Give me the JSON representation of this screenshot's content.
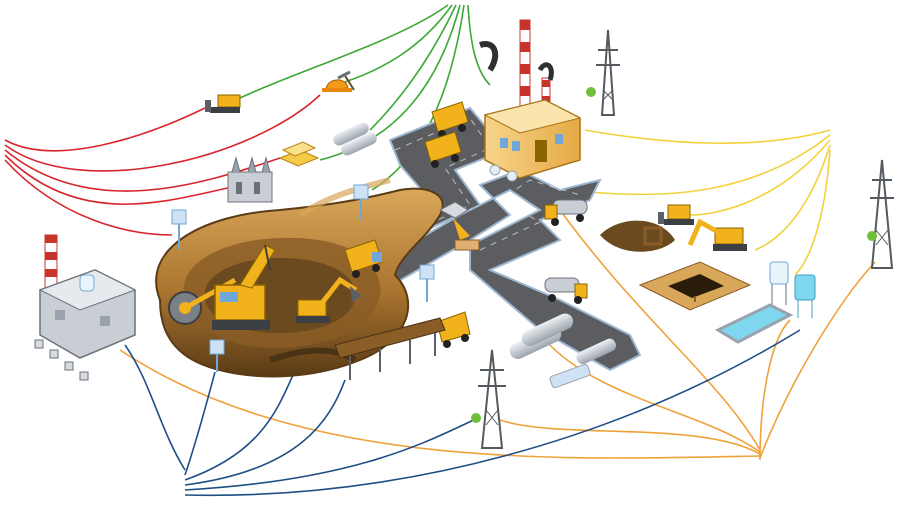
{
  "diagram": {
    "kind": "isometric open-pit mining site with colored connection curves",
    "connection_colors": {
      "green": "#3aa935",
      "red": "#d8262c",
      "yellow": "#f2d13a",
      "orange": "#f0a23a",
      "blue": "#1f4e86"
    },
    "palette": {
      "road": "#5b5d61",
      "road_edge": "#9fb8d0",
      "earth_dark": "#6b4a1f",
      "earth_mid": "#a9742f",
      "earth_light": "#d9a75a",
      "machine_yellow": "#f2b21c",
      "factory_wall": "#f4c96a",
      "chimney_red": "#c8342c",
      "pipe_grey": "#c9ced4",
      "water": "#7fd6ef"
    },
    "hubs": [
      "top-center",
      "left",
      "bottom-left",
      "right",
      "bottom-right"
    ],
    "nodes": [
      {
        "id": "bulldozer",
        "icon": "bulldozer-icon"
      },
      {
        "id": "hardhat",
        "icon": "hardhat-pickaxe-icon"
      },
      {
        "id": "pipes-small",
        "icon": "pipes-icon"
      },
      {
        "id": "gold-bars",
        "icon": "gold-bars-icon"
      },
      {
        "id": "concentrator",
        "icon": "processing-unit-icon"
      },
      {
        "id": "open-pit",
        "icon": "open-pit-mine-icon"
      },
      {
        "id": "haul-truck",
        "icon": "dump-truck-icon"
      },
      {
        "id": "factory",
        "icon": "factory-icon"
      },
      {
        "id": "power-tower",
        "icon": "power-tower-icon"
      },
      {
        "id": "underground-mine",
        "icon": "mine-shaft-icon"
      },
      {
        "id": "excavator",
        "icon": "excavator-icon"
      },
      {
        "id": "water-tower",
        "icon": "water-tower-icon"
      },
      {
        "id": "settling-pool",
        "icon": "water-pool-icon"
      },
      {
        "id": "power-plant",
        "icon": "power-plant-icon"
      },
      {
        "id": "pipe-stack",
        "icon": "pipes-icon"
      },
      {
        "id": "conveyor",
        "icon": "conveyor-icon"
      }
    ]
  }
}
